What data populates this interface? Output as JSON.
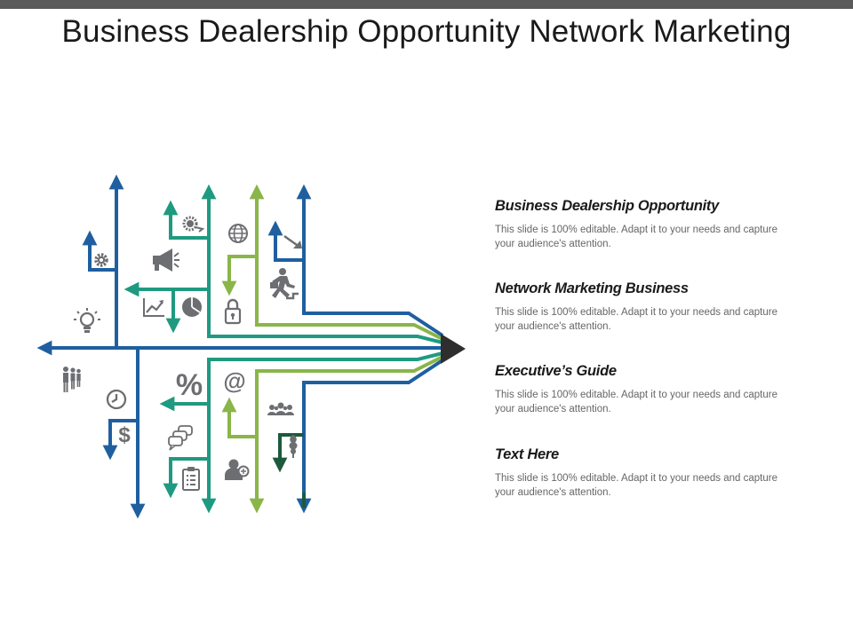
{
  "slide": {
    "title": "Business Dealership Opportunity Network Marketing"
  },
  "colors": {
    "dark_blue": "#1f5fa0",
    "teal": "#1f9a80",
    "light_green": "#8ab549",
    "dark_green": "#1d5a3c",
    "icon_gray": "#6d6e71",
    "top_bar": "#5a5a5a",
    "arrow_head": "#2e2e2e"
  },
  "sections": [
    {
      "heading": "Business Dealership Opportunity",
      "body": "This slide is 100% editable. Adapt it to your needs and capture your audience's attention."
    },
    {
      "heading": "Network Marketing Business",
      "body": "This slide is 100% editable. Adapt it to your needs and capture your audience's attention."
    },
    {
      "heading": "Executive’s Guide",
      "body": "This slide is 100% editable. Adapt it to your needs and capture your audience's attention."
    },
    {
      "heading": "Text Here",
      "body": "This slide is 100% editable. Adapt it to your needs and capture your audience's attention."
    }
  ],
  "icons": [
    "gear-icon",
    "megaphone-icon",
    "globe-icon",
    "running-man-icon",
    "lightbulb-icon",
    "chart-icon",
    "pie-chart-icon",
    "lock-icon",
    "people-icon",
    "clock-icon",
    "dollar-icon",
    "percent-icon",
    "at-sign-icon",
    "speech-bubbles-icon",
    "clipboard-icon",
    "person-idea-icon",
    "team-icon",
    "plant-icon",
    "cog-loop-icon",
    "trend-arrow-icon"
  ],
  "glyphs": {
    "percent": "%",
    "at": "@",
    "dollar": "$"
  }
}
